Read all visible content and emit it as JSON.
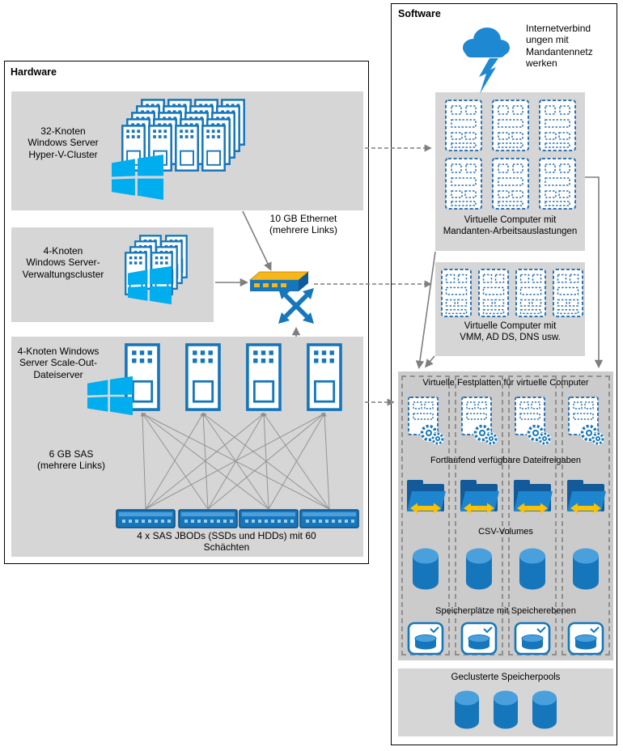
{
  "colors": {
    "box_bg": "#d6d6d6",
    "storage_bg": "#cbcbcb",
    "icon_blue": "#1576bc",
    "vm_dash_blue": "#2e74b5",
    "windows_cyan": "#00adef",
    "cloud_blue": "#1e88d2",
    "switch_yellow": "#f7b718",
    "folder_arrow_yellow": "#ffc000",
    "connector_gray": "#7f7f7f"
  },
  "hardware": {
    "title": "Hardware",
    "hyperv_label": "32-Knoten\nWindows Server\nHyper-V-Cluster",
    "mgmt_label": "4-Knoten\nWindows Server-\nVerwaltungscluster",
    "ethernet_label": "10 GB Ethernet\n(mehrere Links)",
    "sofs_label": "4-Knoten Windows\nServer Scale-Out-\nDateiserver",
    "sas_label": "6 GB SAS\n(mehrere Links)",
    "jbod_label": "4 x SAS JBODs (SSDs und HDDs) mit 60\nSchächten"
  },
  "software": {
    "title": "Software",
    "internet_label": "Internetverbind\nungen mit\nMandantennetz\nwerken",
    "tenant_vms_label": "Virtuelle Computer mit\nMandanten-Arbeitsauslastungen",
    "mgmt_vms_label": "Virtuelle Computer mit\nVMM, AD DS, DNS usw.",
    "storage_sections": [
      {
        "title": "Virtuelle Festplatten für virtuelle Computer",
        "icon": "vhd-gears-icon"
      },
      {
        "title": "Fortlaufend verfügbare Dateifreigaben",
        "icon": "folder-sync-icon"
      },
      {
        "title": "CSV-Volumes",
        "icon": "csv-volume-icon"
      },
      {
        "title": "Speicherplätze mit Speicherebenen",
        "icon": "storage-tier-icon"
      }
    ],
    "pools_title": "Geclusterte Speicherpools"
  },
  "icons": [
    "cloud-icon",
    "lightning-icon",
    "windows-logo-icon",
    "server-tower-icon",
    "server-cluster-icon",
    "vm-icon",
    "network-switch-icon",
    "cross-arrows-icon",
    "jbod-icon",
    "vhd-gears-icon",
    "folder-sync-icon",
    "csv-volume-icon",
    "storage-tier-icon",
    "storage-pool-icon"
  ]
}
